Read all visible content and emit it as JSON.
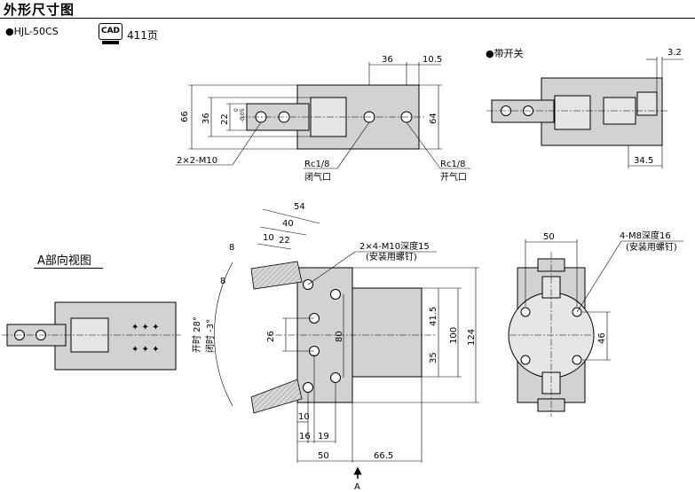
{
  "header": {
    "title": "外形尺寸图"
  },
  "model": {
    "label": "●HJL-50CS"
  },
  "cad": {
    "icon_text": "CAD",
    "icon": "cad-monitor-icon",
    "page_ref": "411页"
  },
  "switch_view": {
    "label": "●带开关"
  },
  "view_a": {
    "title": "A部向视图"
  },
  "top_view": {
    "dims": {
      "d36_top": "36",
      "d10_5": "10.5",
      "d66": "66",
      "d36_left": "36",
      "d22": "22",
      "tol_plus": "0",
      "tol_minus": "-0.05",
      "d64": "64"
    },
    "callouts": {
      "thread": "2×2-M10",
      "closed_port": "Rc1/8",
      "closed_port_sub": "闭气口",
      "open_port": "Rc1/8",
      "open_port_sub": "开气口"
    }
  },
  "switch_dims": {
    "d3_2": "3.2",
    "d34_5": "34.5"
  },
  "front_view": {
    "dims": {
      "d54": "54",
      "d40": "40",
      "d10": "10",
      "d22": "22",
      "d8a": "8",
      "d8b": "8",
      "d26": "26",
      "d80": "80",
      "d41_5": "41.5",
      "d35": "35",
      "d100": "100",
      "d124": "124",
      "d10b": "10",
      "d16": "16",
      "d19": "19",
      "d50": "50",
      "d66_5": "66.5"
    },
    "angles": {
      "open": "开时 28°",
      "closed": "闭时 -3°"
    },
    "callout": {
      "thread": "2×4-M10深度15",
      "note": "(安装用螺钉)"
    },
    "arrow_label": "A",
    "arrow_icon": "arrow-up-icon"
  },
  "side_view": {
    "dims": {
      "d50": "50",
      "d46": "46"
    },
    "callout": {
      "thread": "4-M8深度16",
      "note": "(安装用螺钉)"
    }
  }
}
